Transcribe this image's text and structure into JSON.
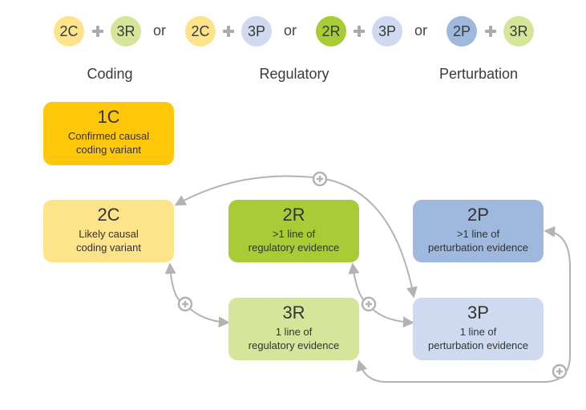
{
  "combos": [
    {
      "left": "2C",
      "right": "3R"
    },
    {
      "left": "2C",
      "right": "3P"
    },
    {
      "left": "2R",
      "right": "3P"
    },
    {
      "left": "2P",
      "right": "3R"
    }
  ],
  "or_label": "or",
  "headings": {
    "coding": "Coding",
    "regulatory": "Regulatory",
    "perturbation": "Perturbation"
  },
  "boxes": {
    "c1": {
      "code": "1C",
      "desc": "Confirmed causal\ncoding variant"
    },
    "c2": {
      "code": "2C",
      "desc": "Likely causal\ncoding variant"
    },
    "r2": {
      "code": "2R",
      "desc": ">1 line of\nregulatory evidence"
    },
    "p2": {
      "code": "2P",
      "desc": ">1 line of\nperturbation evidence"
    },
    "r3": {
      "code": "3R",
      "desc": "1 line of\nregulatory evidence"
    },
    "p3": {
      "code": "3P",
      "desc": "1 line of\nperturbation evidence"
    }
  },
  "colors": {
    "coding_strong": "#fec70a",
    "coding_light": "#fde38a",
    "regulatory_strong": "#a7cc35",
    "regulatory_light": "#d5e69b",
    "perturbation_strong": "#9fb8de",
    "perturbation_light": "#cfdaf0",
    "connector": "#b3b3b3"
  },
  "icons": {
    "combo_operator": "plus-icon",
    "connector_node": "plus-circle-icon"
  }
}
